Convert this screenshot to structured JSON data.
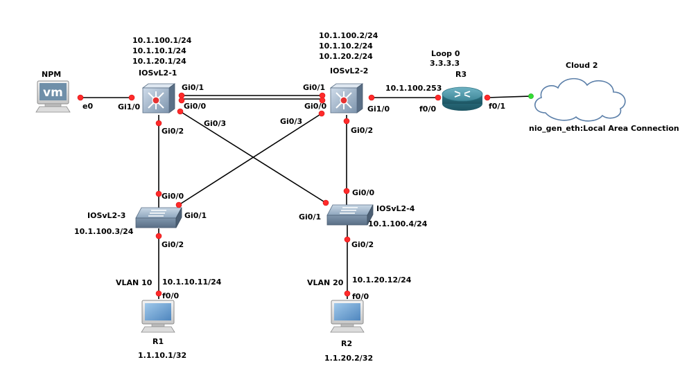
{
  "diagram": {
    "devices": {
      "npm": {
        "label": "NPM",
        "icon": "vm-pc-icon"
      },
      "sw1": {
        "label": "IOSvL2-1",
        "ips": [
          "10.1.100.1/24",
          "10.1.10.1/24",
          "10.1.20.1/24"
        ]
      },
      "sw2": {
        "label": "IOSvL2-2",
        "ips": [
          "10.1.100.2/24",
          "10.1.10.2/24",
          "10.1.20.2/24"
        ]
      },
      "r3": {
        "label": "R3",
        "loop_label": "Loop 0",
        "loop_ip": "3.3.3.3",
        "link_ip": "10.1.100.253"
      },
      "cloud": {
        "label": "Cloud 2",
        "sublabel": "nio_gen_eth:Local Area Connection"
      },
      "sw3": {
        "label": "IOSvL2-3",
        "ip": "10.1.100.3/24"
      },
      "sw4": {
        "label": "IOSvL2-4",
        "ip": "10.1.100.4/24"
      },
      "r1": {
        "label": "R1",
        "vlan": "VLAN 10",
        "ip": "10.1.10.11/24",
        "loop": "1.1.10.1/32"
      },
      "r2": {
        "label": "R2",
        "vlan": "VLAN 20",
        "ip": "10.1.20.12/24",
        "loop": "1.1.20.2/32"
      }
    },
    "ports": {
      "npm_e0": "e0",
      "sw1_gi1_0": "Gi1/0",
      "sw1_gi0_1": "Gi0/1",
      "sw1_gi0_0": "Gi0/0",
      "sw1_gi0_3": "Gi0/3",
      "sw1_gi0_2": "Gi0/2",
      "sw2_gi0_1": "Gi0/1",
      "sw2_gi0_0": "Gi0/0",
      "sw2_gi0_3": "Gi0/3",
      "sw2_gi1_0": "Gi1/0",
      "sw2_gi0_2": "Gi0/2",
      "r3_f0_0": "f0/0",
      "r3_f0_1": "f0/1",
      "sw3_gi0_0": "Gi0/0",
      "sw3_gi0_1": "Gi0/1",
      "sw3_gi0_2": "Gi0/2",
      "sw4_gi0_0": "Gi0/0",
      "sw4_gi0_1": "Gi0/1",
      "sw4_gi0_2": "Gi0/2",
      "r1_f0_0": "f0/0",
      "r2_f0_0": "f0/0"
    },
    "colors": {
      "port_dot": "#ff2a2a",
      "cloud_port_dot": "#33dd33"
    }
  }
}
